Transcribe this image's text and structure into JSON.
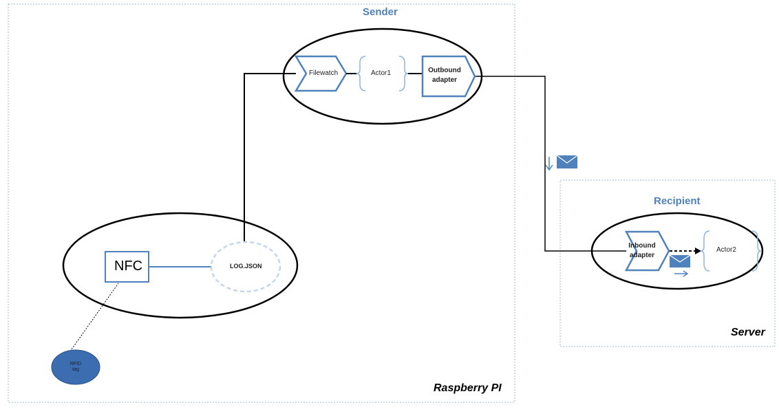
{
  "containers": {
    "sender_title": "Sender",
    "recipient_title": "Recipient",
    "raspberry_label": "Raspberry PI",
    "server_label": "Server"
  },
  "sender": {
    "filewatch": "Filewatch",
    "actor1": "Actor1",
    "outbound_line1": "Outbound",
    "outbound_line2": "adapter"
  },
  "recipient": {
    "inbound_line1": "Inbound",
    "inbound_line2": "adapter",
    "actor2": "Actor2"
  },
  "device": {
    "nfc": "NFC",
    "log_json": "LOG.JSON",
    "rfid_line1": "RFID",
    "rfid_line2": "tag"
  },
  "colors": {
    "accent": "#4f81bd",
    "border_dotted": "#9bb7d4",
    "chevron_fill": "#ffffff",
    "envelope": "#4f81bd",
    "rfid_fill": "#3b6db0"
  },
  "icons": [
    "envelope-icon",
    "arrow-down-icon",
    "arrow-right-icon"
  ]
}
